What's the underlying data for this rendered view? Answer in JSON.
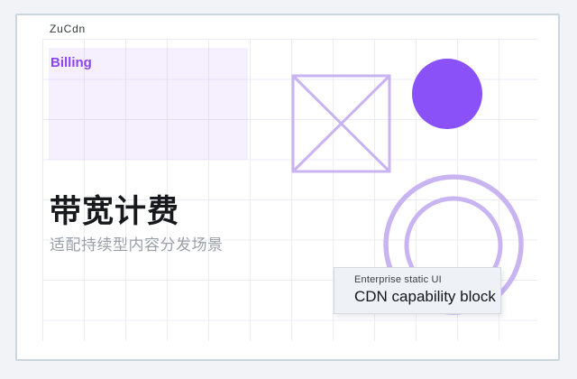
{
  "page": {
    "background_color": "#f1f3f6"
  },
  "canvas": {
    "background_color": "#ffffff",
    "border_color": "#ccd6dd",
    "grid_line_color": "#edebf8"
  },
  "brand": {
    "label": "ZuCdn",
    "color": "#33383e"
  },
  "billing_panel": {
    "label": "Billing",
    "label_color": "#8b46f0",
    "fill_color": "rgba(139,70,240,0.08)"
  },
  "hero": {
    "title": "带宽计费",
    "title_color": "#17191c",
    "subtitle": "适配持续型内容分发场景",
    "subtitle_color": "#9aa0a8"
  },
  "shapes": {
    "outline_color": "#c8b4f0",
    "accent_fill_color": "#8951f7"
  },
  "tooltip": {
    "eyebrow": "Enterprise static UI",
    "title": "CDN capability block",
    "background_color": "#eef1f5",
    "border_color": "#d5dade"
  }
}
